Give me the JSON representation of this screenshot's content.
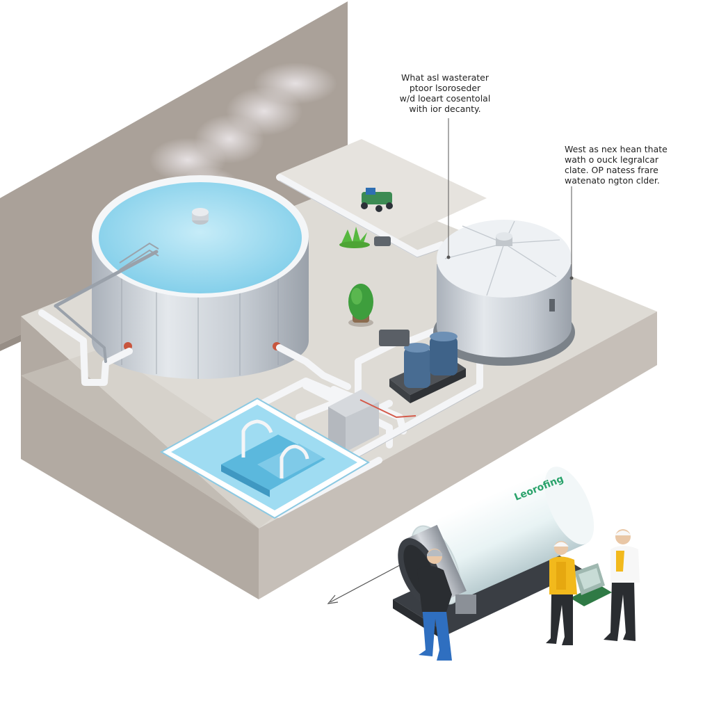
{
  "callouts": {
    "top": [
      "What asl wasterater",
      "ptoor lsoroseder",
      "w/d loeart cosentolal",
      "with ior decanty."
    ],
    "right": [
      "West as nex hean thate",
      "wath o ouck legralcar",
      "clate. OP natess frare",
      "watenato ngton clder."
    ]
  },
  "machine_label": "Leorofing",
  "colors": {
    "wall": "#a79e96",
    "floor": "#dedbd5",
    "water": "#8fd6ee",
    "tank": "#c9cfd6",
    "pipe": "#f3f4f6",
    "vessel": "#486c92",
    "label_green": "#2aa36b",
    "vest": "#f2b91c"
  },
  "icons": [
    "steam-plume",
    "plant-bush",
    "round-shrub",
    "rc-vehicle",
    "direction-arrow"
  ]
}
